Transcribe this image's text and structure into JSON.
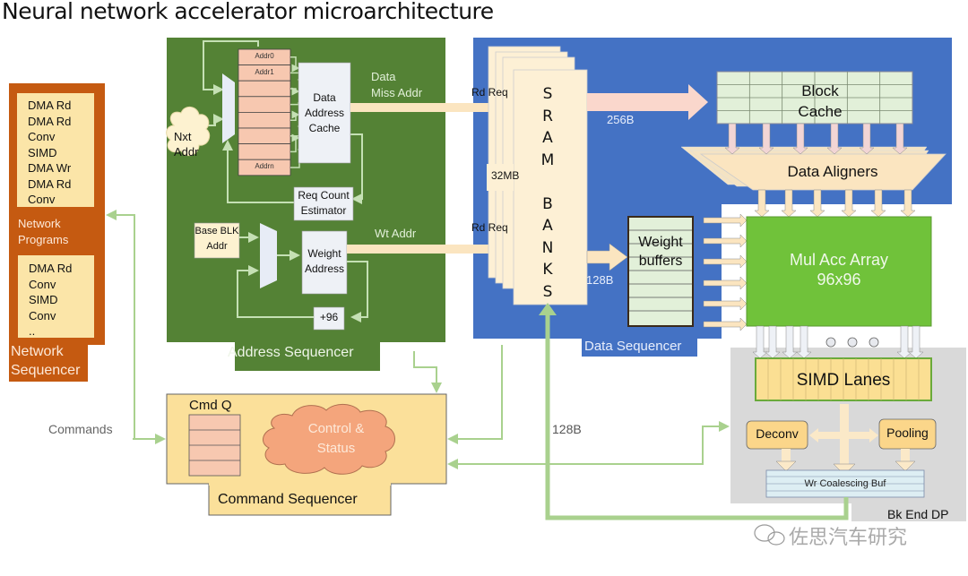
{
  "title": "Neural network accelerator microarchitecture",
  "colors": {
    "network_sequencer": "#c55a11",
    "address_sequencer": "#548235",
    "data_sequencer": "#4472c4",
    "cream": "#fbe5c0",
    "mac_array": "#70c23a",
    "backend": "#d9d9d9",
    "connector": "#a9d18e",
    "cloud": "#f4a57c"
  },
  "network_sequencer": {
    "label_line1": "Network",
    "label_line2": "Sequencer",
    "programs_label_line1": "Network",
    "programs_label_line2": "Programs",
    "program1": [
      "DMA Rd",
      "DMA Rd",
      "Conv",
      "SIMD",
      "DMA Wr",
      "DMA Rd",
      "Conv"
    ],
    "program2": [
      "DMA Rd",
      "Conv",
      "SIMD",
      "Conv",
      ".."
    ]
  },
  "address_sequencer": {
    "label": "Address Sequencer",
    "addr_regs": [
      "Addr0",
      "Addr1",
      "",
      "",
      "",
      "",
      "",
      "Addrn"
    ],
    "nxt_addr_line1": "Nxt",
    "nxt_addr_line2": "Addr",
    "data_address_cache_line1": "Data",
    "data_address_cache_line2": "Address",
    "data_address_cache_line3": "Cache",
    "req_count_line1": "Req Count",
    "req_count_line2": "Estimator",
    "base_blk_line1": "Base BLK",
    "base_blk_line2": "Addr",
    "weight_address_line1": "Weight",
    "weight_address_line2": "Address",
    "plus96": "+96",
    "data_miss_line1": "Data",
    "data_miss_line2": "Miss Addr",
    "wt_addr": "Wt Addr"
  },
  "data_sequencer": {
    "label": "Data Sequencer",
    "rd_req_1": "Rd Req",
    "rd_req_2": "Rd Req",
    "sram_size": "32MB",
    "sram_letters": [
      "S",
      "R",
      "A",
      "M",
      "",
      "B",
      "A",
      "N",
      "K",
      "S"
    ],
    "bw_block_cache": "256B",
    "bw_weight": "128B",
    "block_cache_line1": "Block",
    "block_cache_line2": "Cache",
    "data_aligners": "Data Aligners",
    "weight_buffers_line1": "Weight",
    "weight_buffers_line2": "buffers"
  },
  "mac_array": {
    "label_line1": "Mul Acc Array",
    "label_line2": "96x96"
  },
  "backend": {
    "label": "Bk End DP",
    "simd": "SIMD Lanes",
    "deconv": "Deconv",
    "pooling": "Pooling",
    "wr_buf": "Wr Coalescing Buf"
  },
  "command_sequencer": {
    "label": "Command Sequencer",
    "cmd_q": "Cmd Q",
    "control_line1": "Control &",
    "control_line2": "Status"
  },
  "annotations": {
    "commands": "Commands",
    "writeback_bw": "128B"
  },
  "watermark": "佐思汽车研究"
}
